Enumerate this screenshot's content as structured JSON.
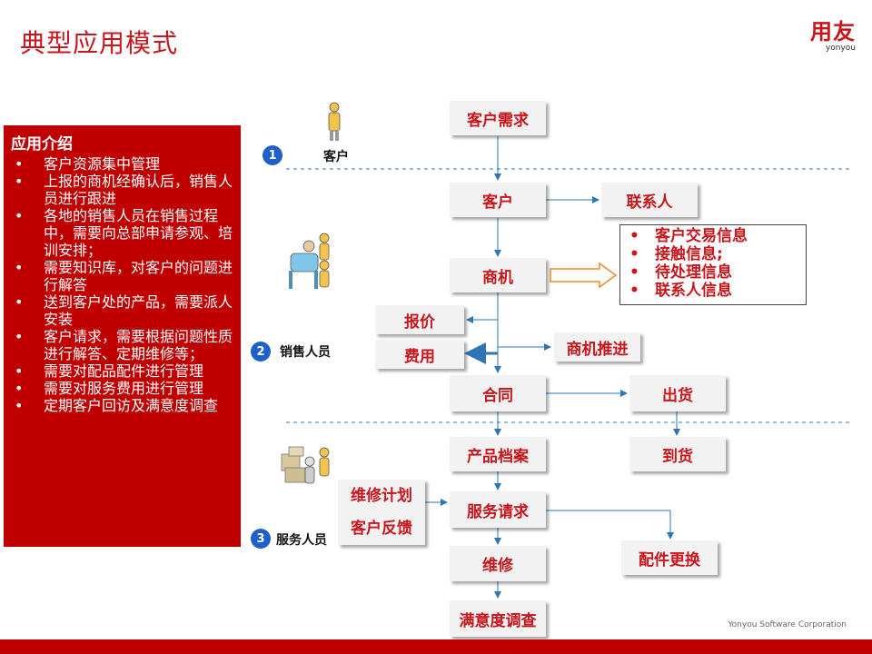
{
  "header": {
    "title": "典型应用模式",
    "logo_text": "用友",
    "logo_sub": "yonyou"
  },
  "intro": {
    "heading": "应用介绍",
    "items": [
      "客户资源集中管理",
      "上报的商机经确认后，销售人员进行跟进",
      "各地的销售人员在销售过程中，需要向总部申请参观、培训安排；",
      "需要知识库，对客户的问题进行解答",
      "送到客户处的产品，需要派人安装",
      "客户请求，需要根据问题性质进行解答、定期维修等；",
      "需要对配品配件进行管理",
      "需要对服务费用进行管理",
      "定期客户回访及满意度调查"
    ]
  },
  "roles": [
    {
      "number": "1",
      "label": "客户"
    },
    {
      "number": "2",
      "label": "销售人员"
    },
    {
      "number": "3",
      "label": "服务人员"
    }
  ],
  "flow": {
    "customer_need": "客户需求",
    "customer": "客户",
    "contact": "联系人",
    "opportunity": "商机",
    "quote": "报价",
    "expense": "费用",
    "opportunity_advance": "商机推进",
    "contract": "合同",
    "shipment": "出货",
    "product_archive": "产品档案",
    "arrival": "到货",
    "maintenance_plan": "维修计划",
    "customer_feedback": "客户反馈",
    "service_request": "服务请求",
    "repair": "维修",
    "parts_replace": "配件更换",
    "satisfaction_survey": "满意度调查"
  },
  "info_box": {
    "items": [
      "客户交易信息",
      "接触信息;",
      "待处理信息",
      "联系人信息"
    ]
  },
  "footer": {
    "company": "Yonyou Software Corporation"
  },
  "colors": {
    "brand": "#c8161d",
    "intro_bg": "#c00000",
    "connector": "#2e75b6",
    "badge": "#1f5fc9"
  }
}
